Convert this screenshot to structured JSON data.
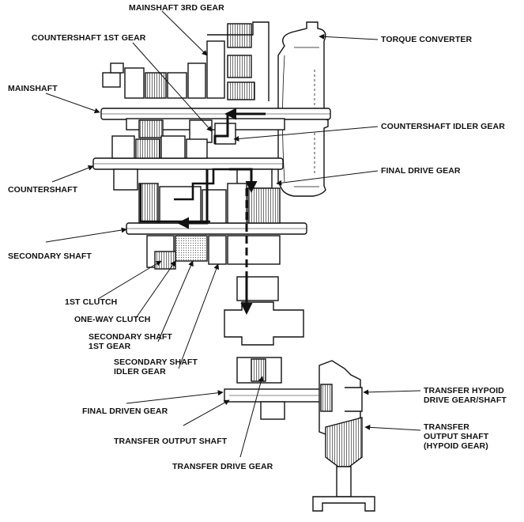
{
  "labels": {
    "mainshaft_3rd_gear": "MAINSHAFT 3RD GEAR",
    "countershaft_1st_gear": "COUNTERSHAFT 1ST GEAR",
    "torque_converter": "TORQUE CONVERTER",
    "mainshaft": "MAINSHAFT",
    "countershaft_idler_gear": "COUNTERSHAFT IDLER GEAR",
    "final_drive_gear": "FINAL DRIVE GEAR",
    "countershaft": "COUNTERSHAFT",
    "secondary_shaft": "SECONDARY SHAFT",
    "first_clutch": "1ST CLUTCH",
    "one_way_clutch": "ONE-WAY CLUTCH",
    "secondary_shaft_1st_gear": [
      "SECONDARY SHAFT",
      "1ST GEAR"
    ],
    "secondary_shaft_idler_gear": [
      "SECONDARY SHAFT",
      "IDLER GEAR"
    ],
    "final_driven_gear": "FINAL DRIVEN GEAR",
    "transfer_hypoid_drive_gear_shaft": [
      "TRANSFER HYPOID",
      "DRIVE GEAR/SHAFT"
    ],
    "transfer_output_shaft_hypoid_gear": [
      "TRANSFER",
      "OUTPUT SHAFT",
      "(HYPOID GEAR)"
    ],
    "transfer_output_shaft": "TRANSFER OUTPUT SHAFT",
    "transfer_drive_gear": "TRANSFER DRIVE GEAR"
  },
  "colors": {
    "ink": "#111111",
    "paper": "#ffffff",
    "shade": "#cfcfcf"
  }
}
